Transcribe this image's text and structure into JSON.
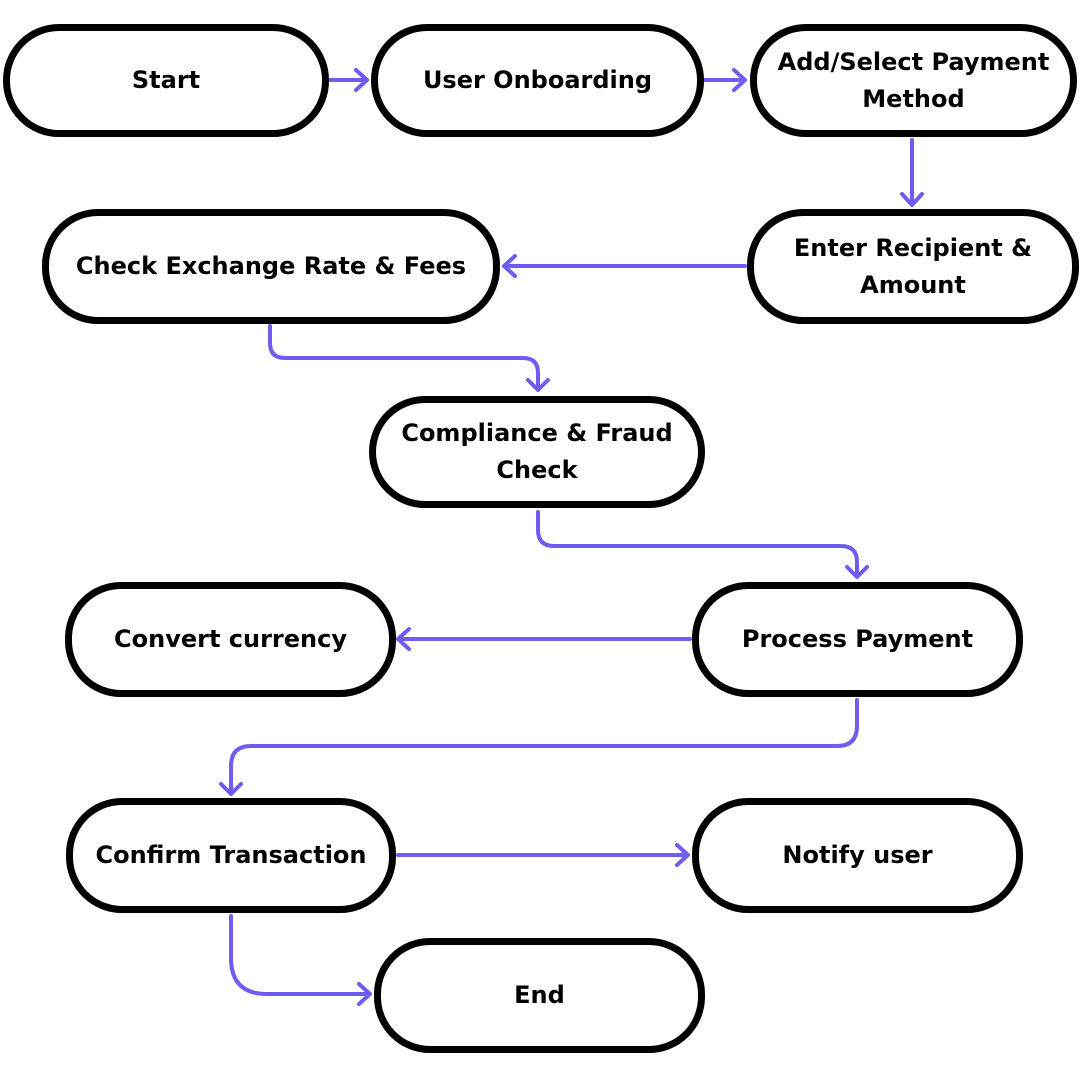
{
  "diagram": {
    "connector_color": "#6f5cf0",
    "node_border_color": "#000000",
    "nodes": {
      "start": "Start",
      "user_onboarding": "User Onboarding",
      "add_select_payment": "Add/Select Payment Method",
      "enter_recipient": "Enter Recipient & Amount",
      "check_exchange": "Check Exchange Rate & Fees",
      "compliance_check": "Compliance & Fraud Check",
      "process_payment": "Process Payment",
      "convert_currency": "Convert currency",
      "confirm_transaction": "Confirm Transaction",
      "notify_user": "Notify user",
      "end": "End"
    },
    "edges": [
      {
        "from": "start",
        "to": "user_onboarding"
      },
      {
        "from": "user_onboarding",
        "to": "add_select_payment"
      },
      {
        "from": "add_select_payment",
        "to": "enter_recipient"
      },
      {
        "from": "enter_recipient",
        "to": "check_exchange"
      },
      {
        "from": "check_exchange",
        "to": "compliance_check"
      },
      {
        "from": "compliance_check",
        "to": "process_payment"
      },
      {
        "from": "process_payment",
        "to": "convert_currency"
      },
      {
        "from": "process_payment",
        "to": "confirm_transaction"
      },
      {
        "from": "confirm_transaction",
        "to": "notify_user"
      },
      {
        "from": "confirm_transaction",
        "to": "end"
      }
    ]
  }
}
